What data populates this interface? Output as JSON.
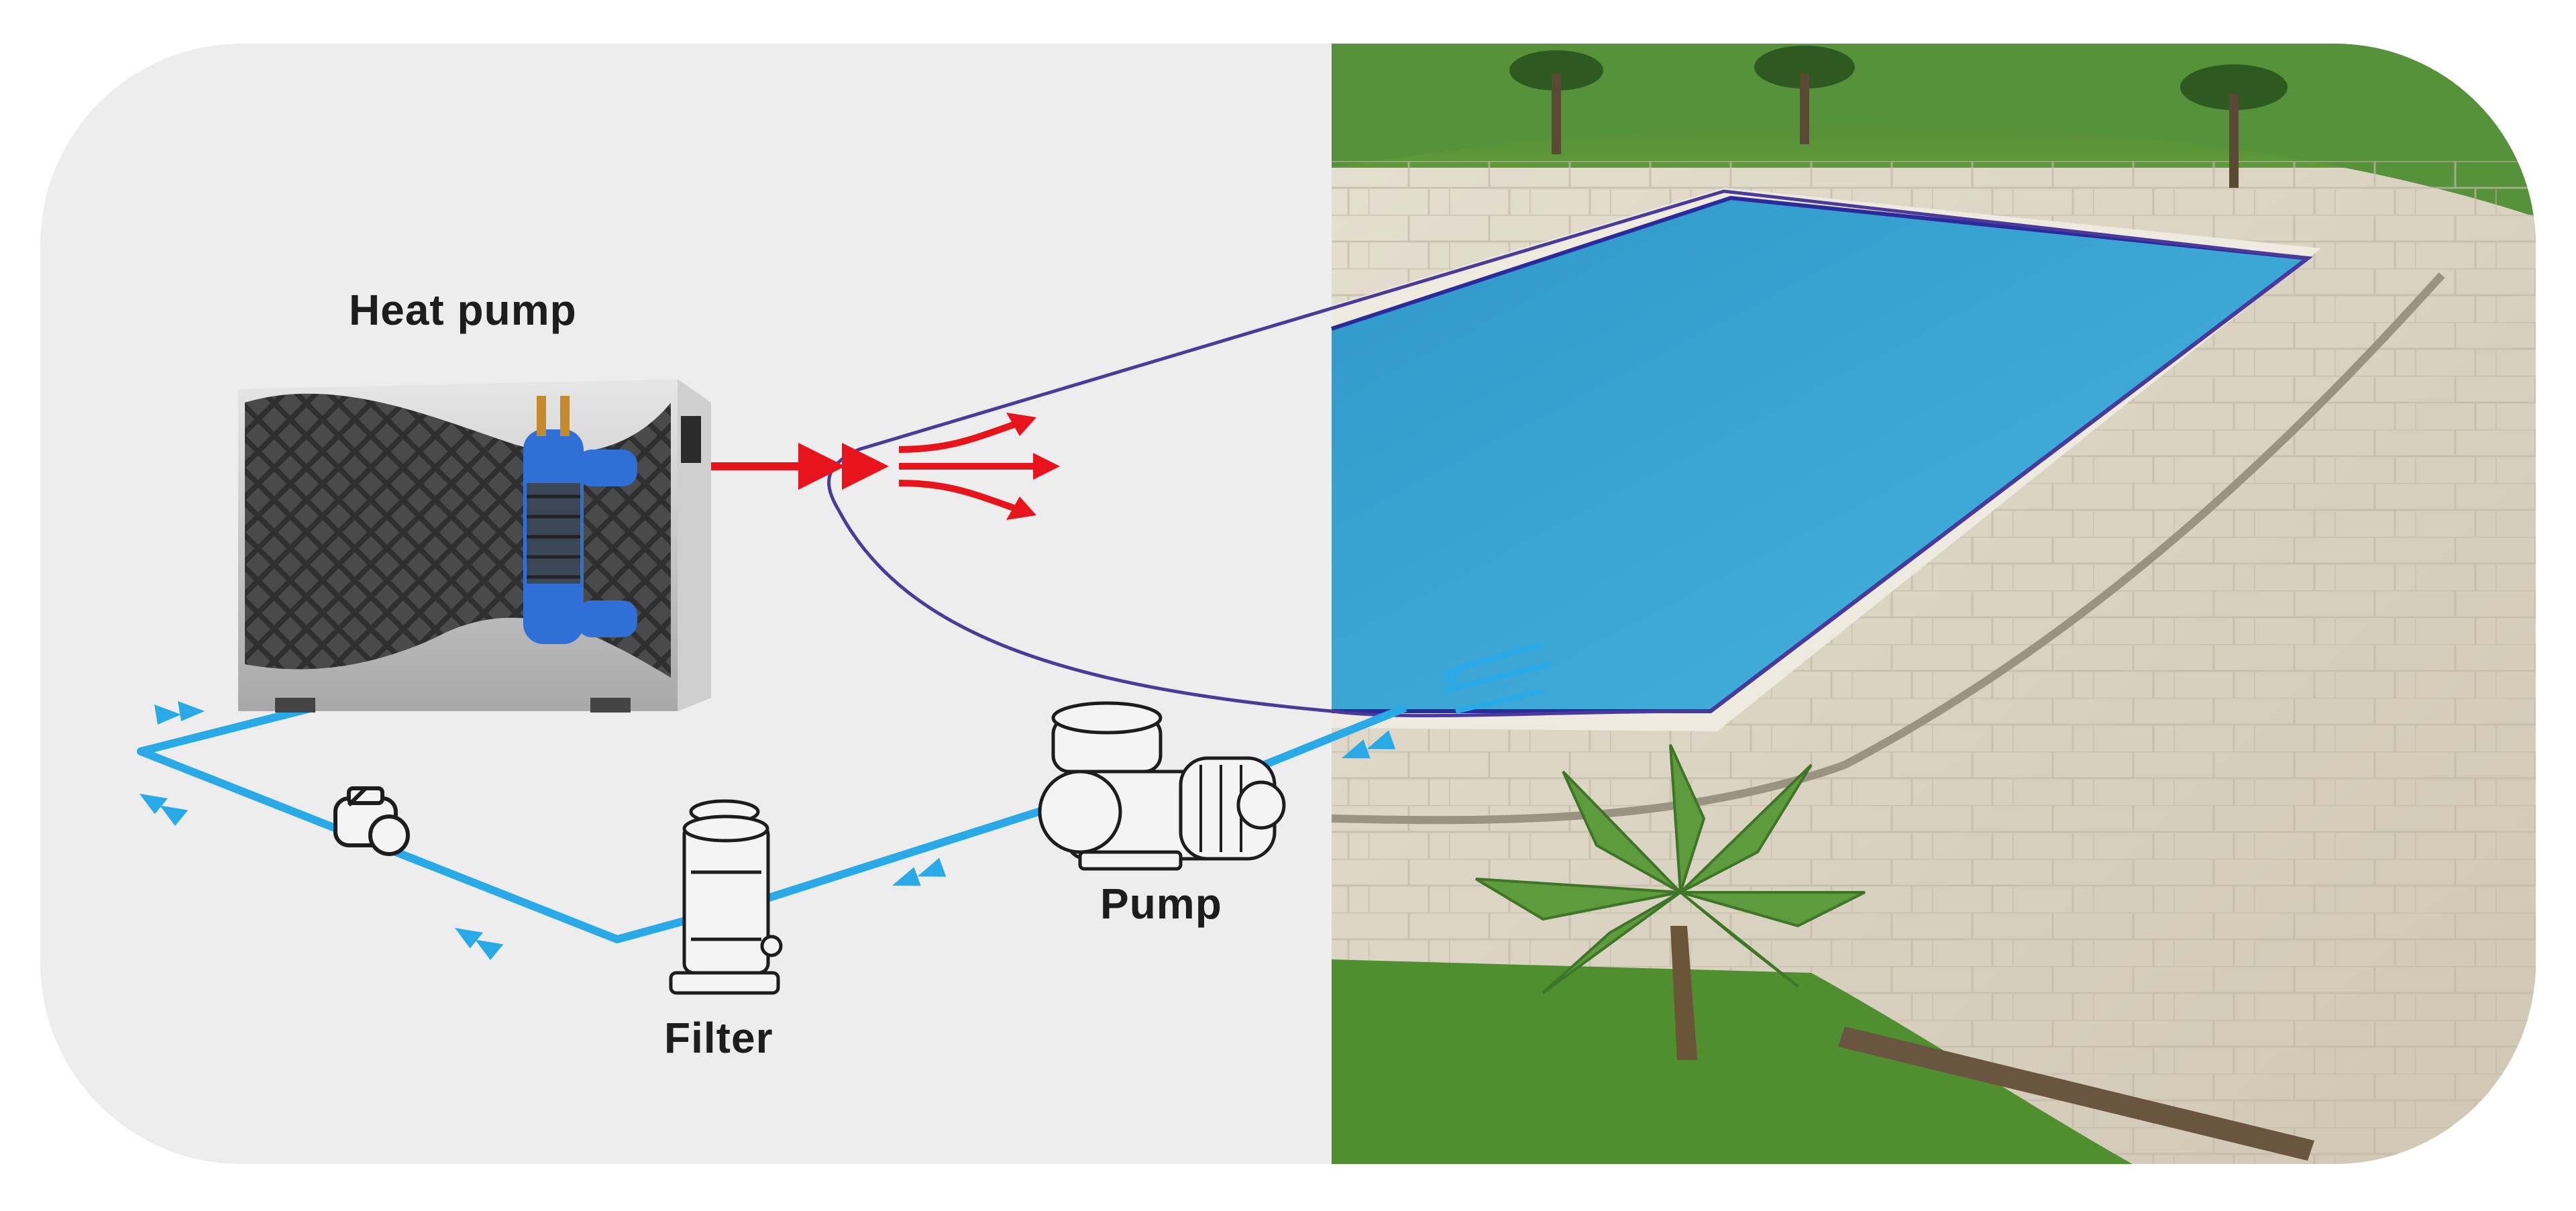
{
  "labels": {
    "heat_pump": "Heat pump",
    "pump": "Pump",
    "filter": "Filter"
  },
  "colors": {
    "frame": "#ededee",
    "pipe_cold": "#29a9e6",
    "pipe_hot": "#e8141b",
    "circuit_outline": "#4b3a9a",
    "pool_water": "#3aa7d6",
    "deck": "#ddd6c6",
    "lawn": "#4f8f2f"
  },
  "icons": [
    "heat-pump-unit",
    "water-pump-icon",
    "filter-icon",
    "valve-icon",
    "flow-arrow-icon",
    "palm-tree"
  ]
}
